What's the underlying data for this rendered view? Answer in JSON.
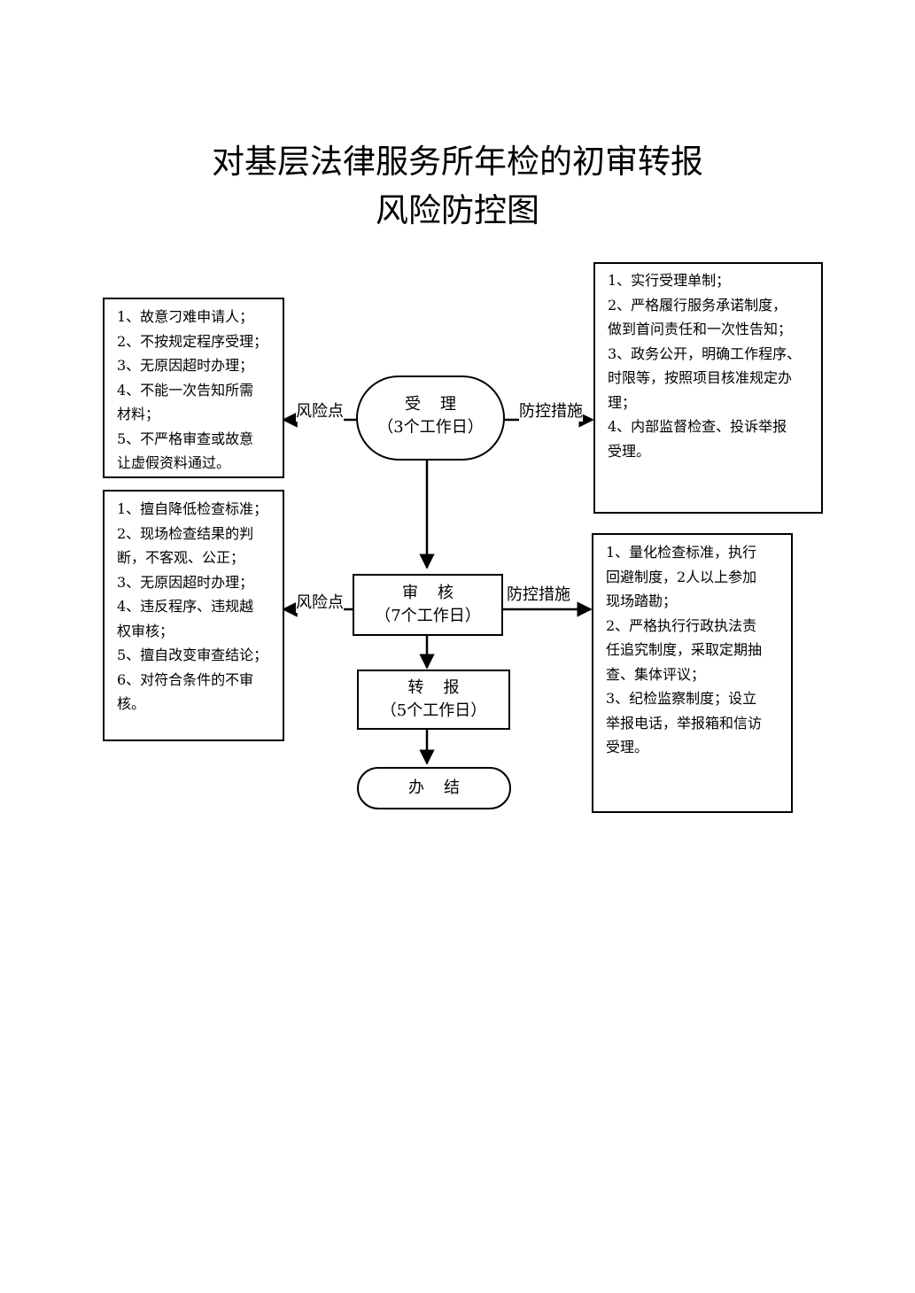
{
  "title": {
    "line1": "对基层法律服务所年检的初审转报",
    "line2": "风险防控图"
  },
  "flow": {
    "accept": {
      "name": "受理",
      "days": "（3个工作日）"
    },
    "review": {
      "name": "审核",
      "days": "（7个工作日）"
    },
    "transfer": {
      "name": "转报",
      "days": "（5个工作日）"
    },
    "finish": {
      "name": "办结"
    }
  },
  "labels": {
    "risk1": "风险点",
    "control1": "防控措施",
    "risk2": "风险点",
    "control2": "防控措施"
  },
  "risk_box_1": [
    "1、故意刁难申请人；",
    "2、不按规定程序受理；",
    "3、无原因超时办理；",
    "4、不能一次告知所需",
    "材料；",
    "5、不严格审查或故意",
    "让虚假资料通过。"
  ],
  "control_box_1": [
    "1、实行受理单制；",
    "2、严格履行服务承诺制度，",
    "做到首问责任和一次性告知；",
    "3、政务公开，明确工作程序、",
    "时限等，按照项目核准规定办",
    "理；",
    "4、内部监督检查、投诉举报",
    "受理。"
  ],
  "risk_box_2": [
    "1、擅自降低检查标准；",
    "2、现场检查结果的判",
    "断，不客观、公正；",
    "3、无原因超时办理；",
    "4、违反程序、违规越",
    "权审核；",
    "5、擅自改变审查结论；",
    "6、对符合条件的不审",
    "核。"
  ],
  "control_box_2": [
    "1、量化检查标准，执行",
    "回避制度，2人以上参加",
    "现场踏勘；",
    "2、严格执行行政执法责",
    "任追究制度，采取定期抽",
    "查、集体评议；",
    "3、纪检监察制度；设立",
    "举报电话，举报箱和信访",
    "受理。"
  ]
}
